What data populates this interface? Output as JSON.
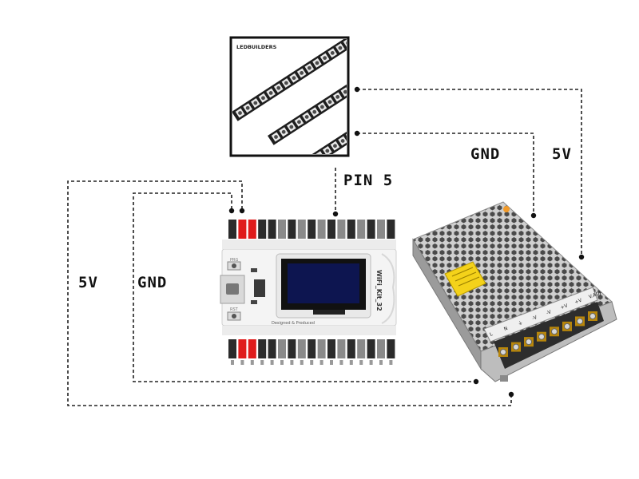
{
  "colors": {
    "accent_red": "#e01b1b",
    "pin_dark": "#2b2b2b",
    "pin_light": "#8a8a8a",
    "board": "#f2f2f2",
    "oled": "#0d1550",
    "psu_body": "#c8c8c8",
    "label_yellow": "#f4d21a",
    "wire": "#222222"
  },
  "icons": {
    "led_strip": "led-strip-icon",
    "board": "wifi-kit-32-board-icon",
    "psu": "power-supply-icon"
  },
  "labels": {
    "pin": "PIN 5",
    "gnd_right": "GND",
    "v5_right": "5V",
    "v5_left": "5V",
    "gnd_left": "GND"
  },
  "led_strip": {
    "brand": "LEDBUILDERS"
  },
  "board": {
    "name": "WiFi_Kit_32",
    "prg_label": "PRG",
    "rst_label": "RST",
    "designer_note": "Designed & Produced"
  },
  "psu": {
    "terminals": [
      "L",
      "N",
      "⏚",
      "-V",
      "-V",
      "+V",
      "+V",
      "V.ADJ"
    ]
  }
}
